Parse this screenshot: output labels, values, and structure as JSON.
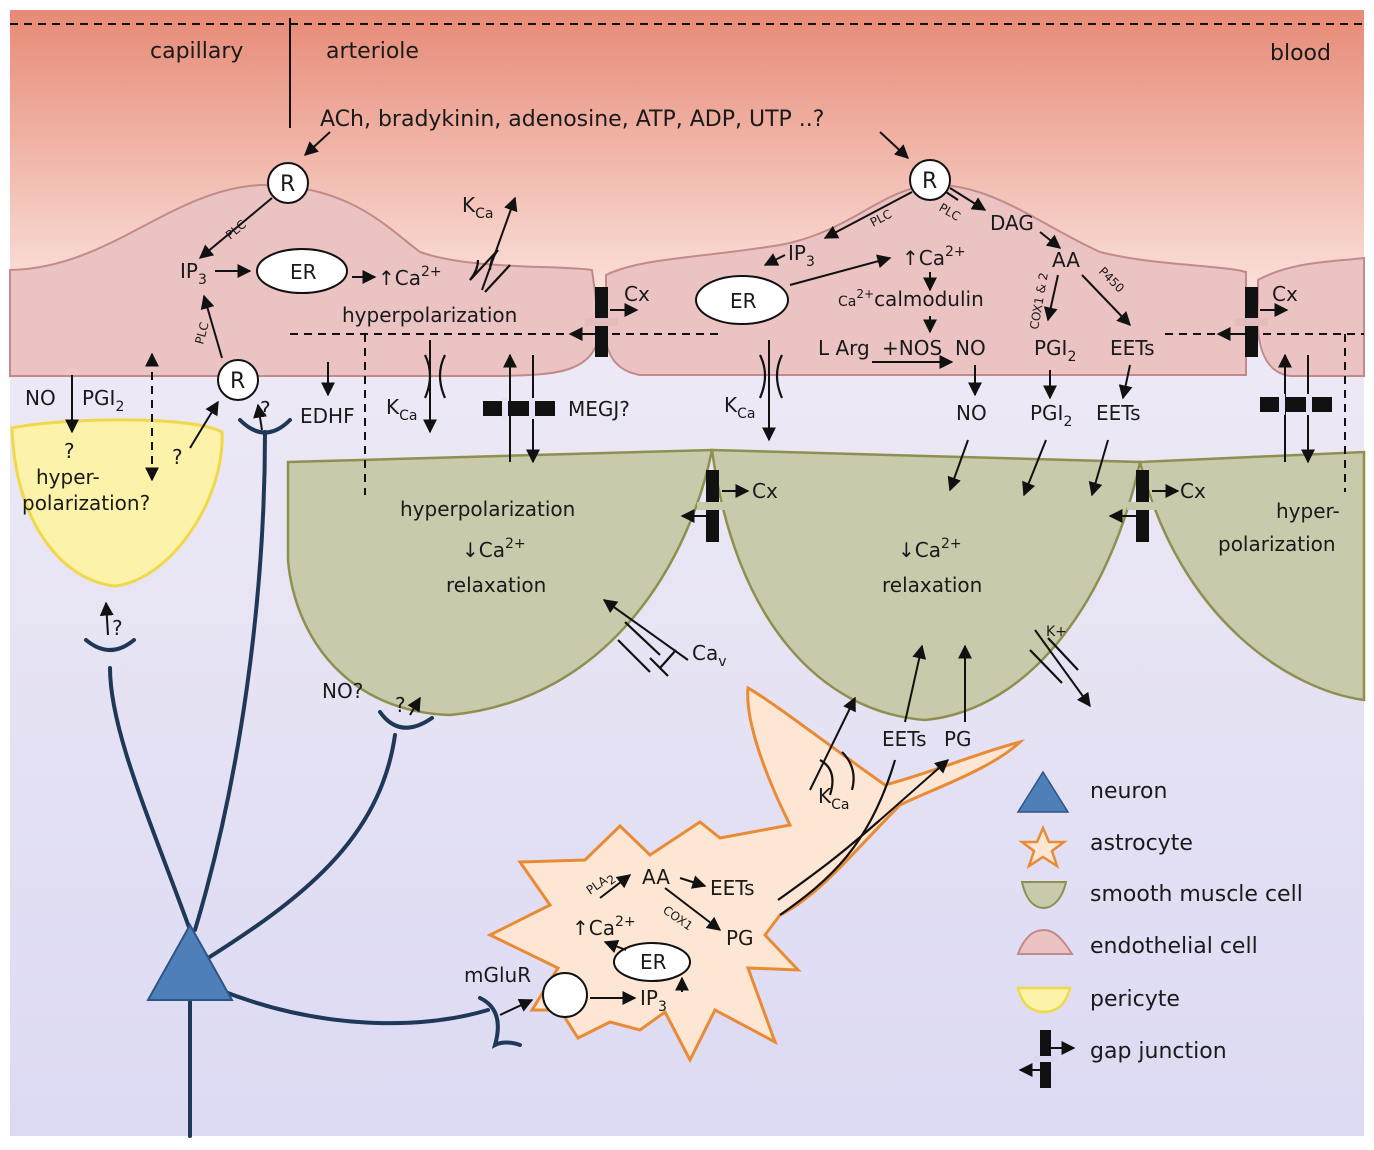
{
  "regions": {
    "capillary": "capillary",
    "arteriole": "arteriole",
    "blood": "blood"
  },
  "agonists": "ACh, bradykinin, adenosine, ATP, ADP, UTP ..?",
  "receptor": "R",
  "er": "ER",
  "plc": "PLC",
  "ip3": "IP",
  "ip3_sub": "3",
  "ca_up": "↑Ca",
  "ca_down": "↓Ca",
  "ca_sup": "2+",
  "hyperpolarization": "hyperpolarization",
  "relaxation": "relaxation",
  "kca": "K",
  "kca_sub": "Ca",
  "cx": "Cx",
  "dag": "DAG",
  "aa": "AA",
  "p450": "P450",
  "cox12": "COX1 & 2",
  "ca_calmodulin": "calmodulin",
  "larg": "L Arg",
  "nos": "+NOS",
  "no": "NO",
  "pgi": "PGI",
  "pgi_sub": "2",
  "eets": "EETs",
  "edhf": "EDHF",
  "megj": "MEGJ?",
  "no_q": "NO?",
  "q": "?",
  "hyper_q": "hyper-",
  "polarization_q": "polarization?",
  "hyper": "hyper-",
  "polarization": "polarization",
  "cav": "Ca",
  "cav_sub": "v",
  "kplus": "K+",
  "pg": "PG",
  "pla2": "PLA",
  "cox1": "COX1",
  "mglur": "mGluR",
  "legend": [
    {
      "label": "neuron",
      "icon": "triangle",
      "color": "#4f7fb8"
    },
    {
      "label": "astrocyte",
      "icon": "star",
      "color": "#e58a2e"
    },
    {
      "label": "smooth muscle cell",
      "icon": "bowl",
      "color": "#c2c2a2"
    },
    {
      "label": "endothelial cell",
      "icon": "mound",
      "color": "#e9b3b3"
    },
    {
      "label": "pericyte",
      "icon": "bowl",
      "color": "#fbef9d"
    },
    {
      "label": "gap  junction",
      "icon": "gap-junction",
      "color": "#111111"
    }
  ],
  "colors": {
    "blood_top": "#e7907a",
    "blood_bottom": "#fbe4df",
    "tissue": "#e4e2f7",
    "endothelial": "#ebc3c3",
    "smooth_muscle": "#c9c9ab",
    "pericyte": "#fcf2a9",
    "astrocyte_fill": "#fde7d4",
    "astrocyte_stroke": "#e98a35",
    "neuron": "#4f7fb8",
    "nerve": "#1f3857"
  }
}
